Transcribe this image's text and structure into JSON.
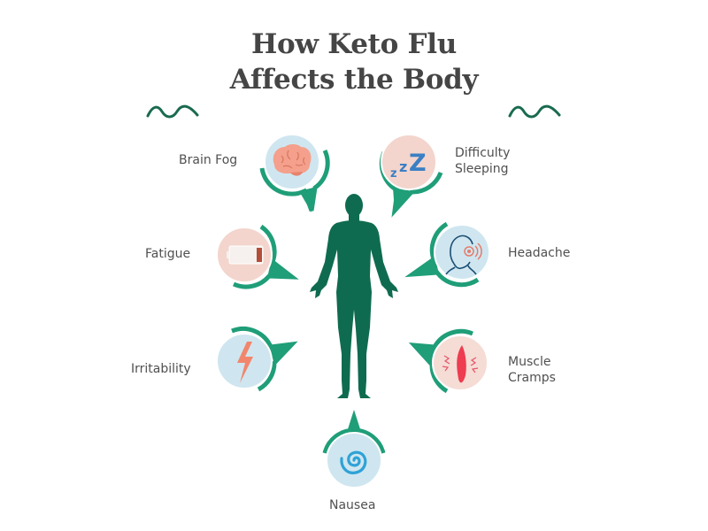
{
  "title": {
    "line1": "How Keto Flu",
    "line2": "Affects the Body"
  },
  "colors": {
    "accent_green": "#1f9e78",
    "body_green": "#0f6b4f",
    "title_text": "#454545",
    "label_text": "#505050",
    "circle_blue": "#cfe6f0",
    "circle_pink": "#f3d5cd"
  },
  "symptoms": [
    {
      "label": "Brain Fog",
      "icon": "brain-icon"
    },
    {
      "label": "Difficulty Sleeping",
      "line1": "Difficulty",
      "line2": "Sleeping",
      "icon": "zzz-icon"
    },
    {
      "label": "Fatigue",
      "icon": "low-battery-icon"
    },
    {
      "label": "Headache",
      "icon": "headache-icon"
    },
    {
      "label": "Irritability",
      "icon": "lightning-icon"
    },
    {
      "label": "Muscle Cramps",
      "line1": "Muscle",
      "line2": "Cramps",
      "icon": "muscle-icon"
    },
    {
      "label": "Nausea",
      "icon": "spiral-icon"
    }
  ]
}
